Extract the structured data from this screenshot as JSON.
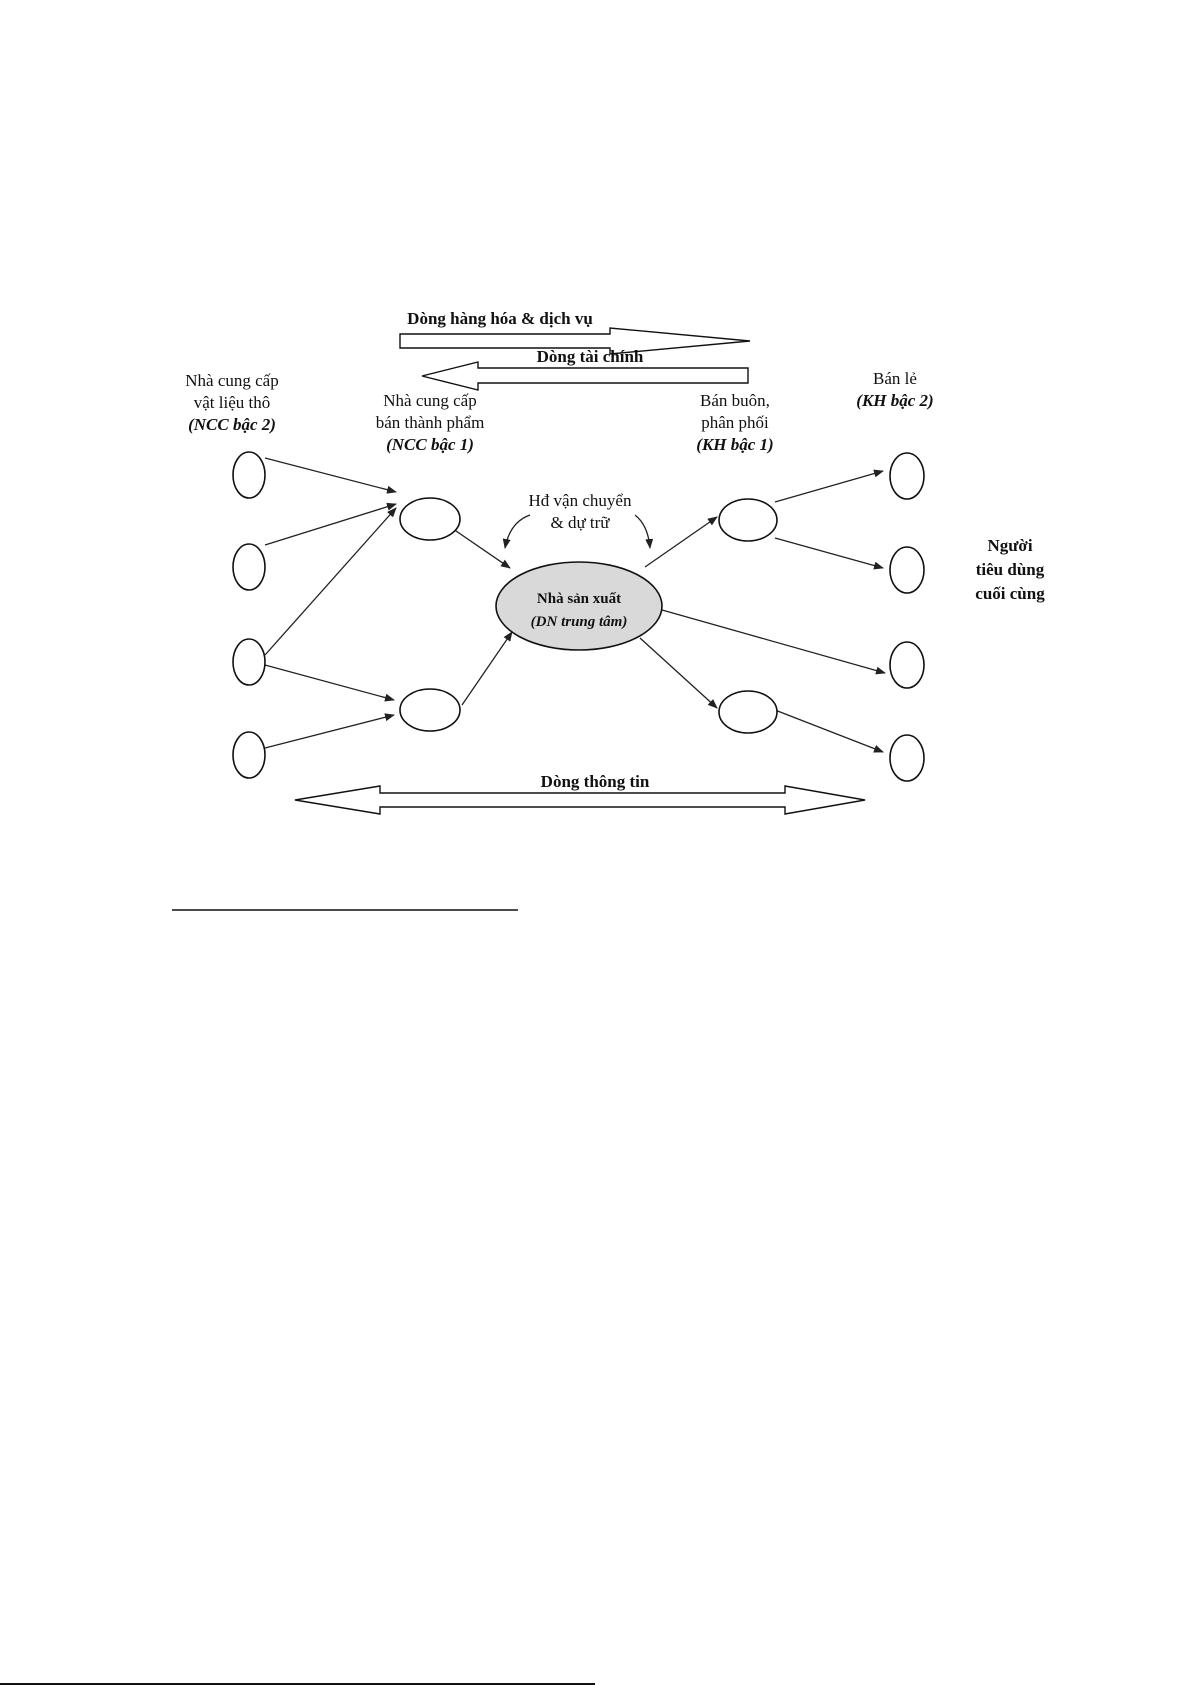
{
  "diagram": {
    "flows": {
      "goods": "Dòng hàng hóa & dịch vụ",
      "finance": "Dòng tài chính",
      "information": "Dòng thông tin"
    },
    "tier2_suppliers": {
      "line1": "Nhà cung cấp",
      "line2": "vật liệu thô",
      "line3": "(NCC bậc 2)"
    },
    "tier1_suppliers": {
      "line1": "Nhà cung cấp",
      "line2": "bán thành phẩm",
      "line3": "(NCC bậc 1)"
    },
    "logistics": {
      "line1": "Hđ vận chuyển",
      "line2": "& dự trữ"
    },
    "manufacturer": {
      "line1": "Nhà sản xuất",
      "line2": "(DN trung tâm)"
    },
    "tier1_customers": {
      "line1": "Bán buôn,",
      "line2": "phân phối",
      "line3": "(KH bậc 1)"
    },
    "tier2_customers": {
      "line1": "Bán lẻ",
      "line2": "(KH bậc 2)"
    },
    "end_consumer": {
      "line1": "Người",
      "line2": "tiêu  dùng",
      "line3": "cuối cùng"
    },
    "colors": {
      "manufacturer_fill": "#d9d9d9"
    }
  }
}
